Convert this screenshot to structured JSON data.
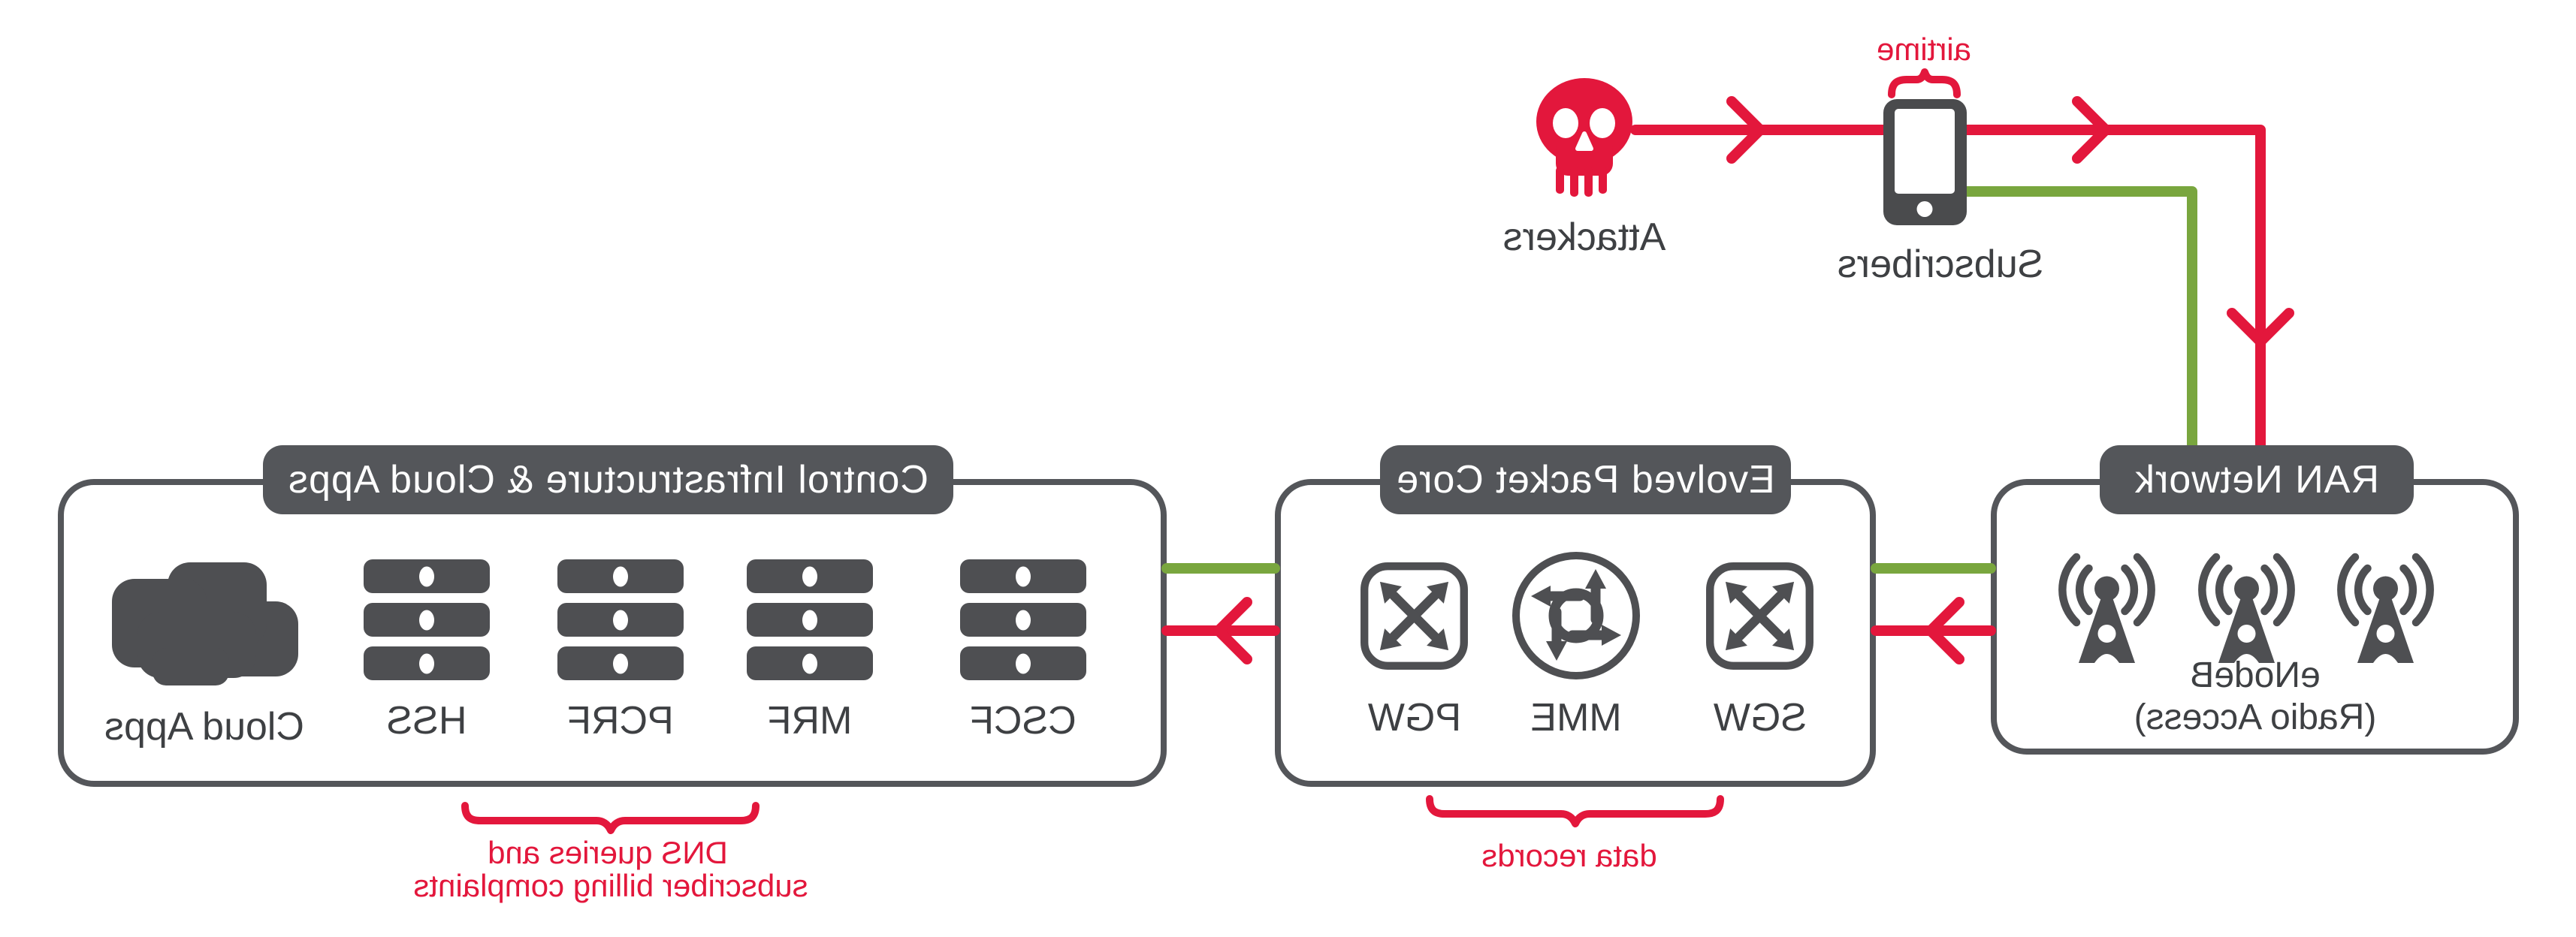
{
  "colors": {
    "red": "#e3173c",
    "green": "#79a63e",
    "banner_gray": "#54565a",
    "icon_gray": "#4e4f52",
    "label_gray": "#3e4043",
    "white": "#ffffff"
  },
  "attackers": {
    "label": "Attackers",
    "icon": "skull-icon"
  },
  "subscribers": {
    "label": "Subscribers",
    "icon": "smartphone-icon",
    "airtime_label": "airtime"
  },
  "ran": {
    "title": "RAN Network",
    "icon": "cell-tower-icon",
    "node_line1": "eNodeB",
    "node_line2": "(Radio Access)"
  },
  "epc": {
    "title": "Evolved Packet Core",
    "nodes": [
      "SGW",
      "MME",
      "PGW"
    ],
    "node_icons": [
      "switch-arrows-icon",
      "router-arrows-icon",
      "switch-arrows-icon"
    ],
    "annotation": "data records"
  },
  "control": {
    "title": "Control Infrastructure & Cloud Apps",
    "nodes": [
      "CSCF",
      "MRF",
      "PCRF",
      "HSS",
      "Cloud Apps"
    ],
    "node_icons": [
      "server-stack-icon",
      "server-stack-icon",
      "server-stack-icon",
      "server-stack-icon",
      "cloud-icon"
    ],
    "annotation_line1": "DNS queries and",
    "annotation_line2": "subscriber billing complaints"
  }
}
